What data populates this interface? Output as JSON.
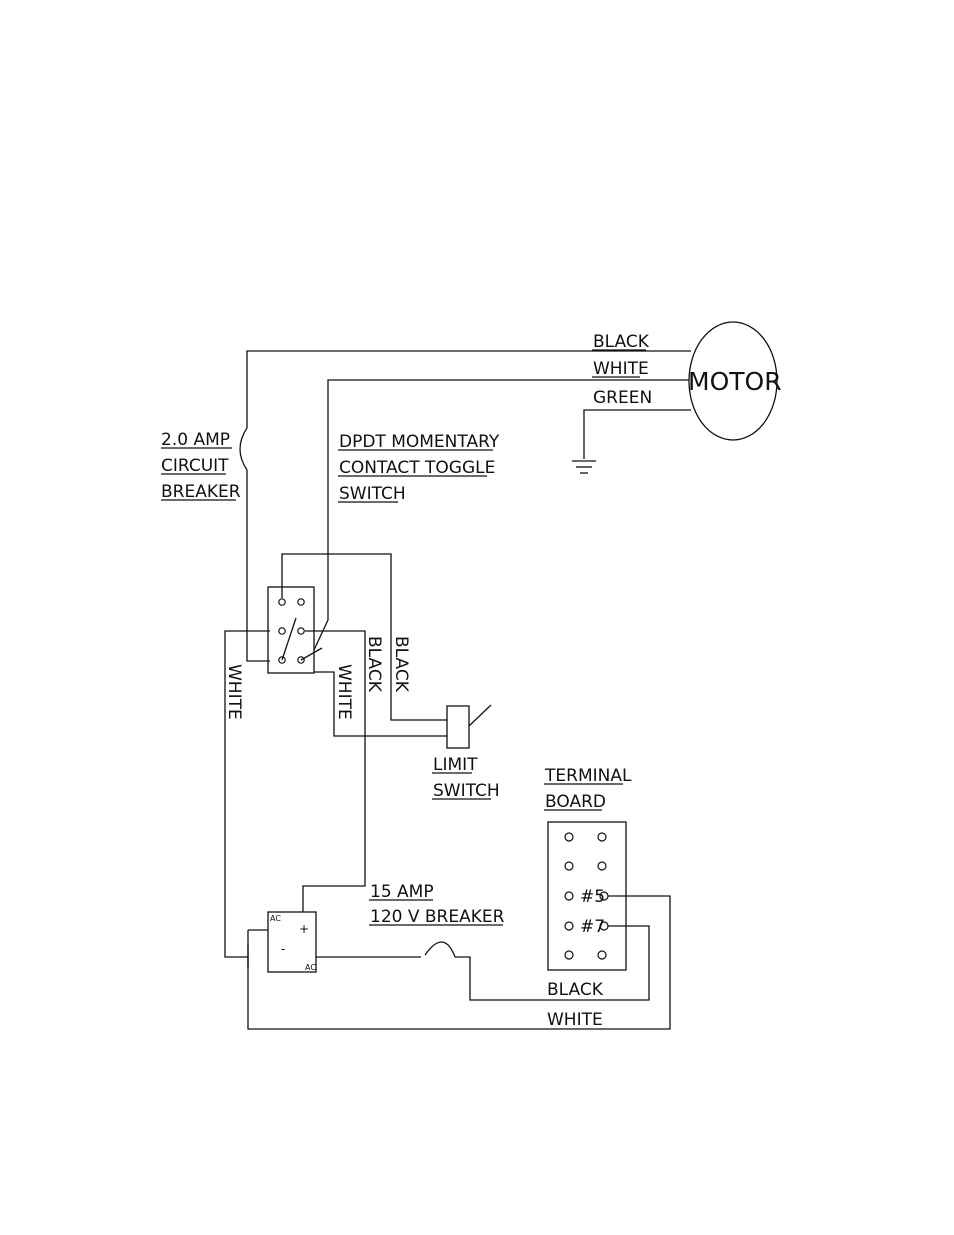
{
  "motor": {
    "label": "MOTOR",
    "wires": [
      "BLACK",
      "WHITE",
      "GREEN"
    ]
  },
  "circuit_breaker_2a": {
    "lines": [
      "2.0 AMP",
      "CIRCUIT",
      "BREAKER"
    ]
  },
  "toggle_switch": {
    "lines": [
      "DPDT MOMENTARY",
      "CONTACT TOGGLE",
      "SWITCH"
    ]
  },
  "vertical_wires": {
    "white_left": "WHITE",
    "white_mid": "WHITE",
    "black_mid": "BLACK",
    "black_right": "BLACK"
  },
  "limit_switch": {
    "lines": [
      "LIMIT",
      "SWITCH"
    ]
  },
  "terminal_board": {
    "lines": [
      "TERMINAL",
      "BOARD"
    ],
    "terminal_5": "#5",
    "terminal_7": "#7"
  },
  "breaker_15a": {
    "lines": [
      "15 AMP",
      "120 V BREAKER"
    ]
  },
  "rectifier": {
    "ac_top": "AC",
    "ac_bottom": "AC",
    "plus": "+",
    "minus": "-"
  },
  "bottom_wires": {
    "black": "BLACK",
    "white": "WHITE"
  }
}
